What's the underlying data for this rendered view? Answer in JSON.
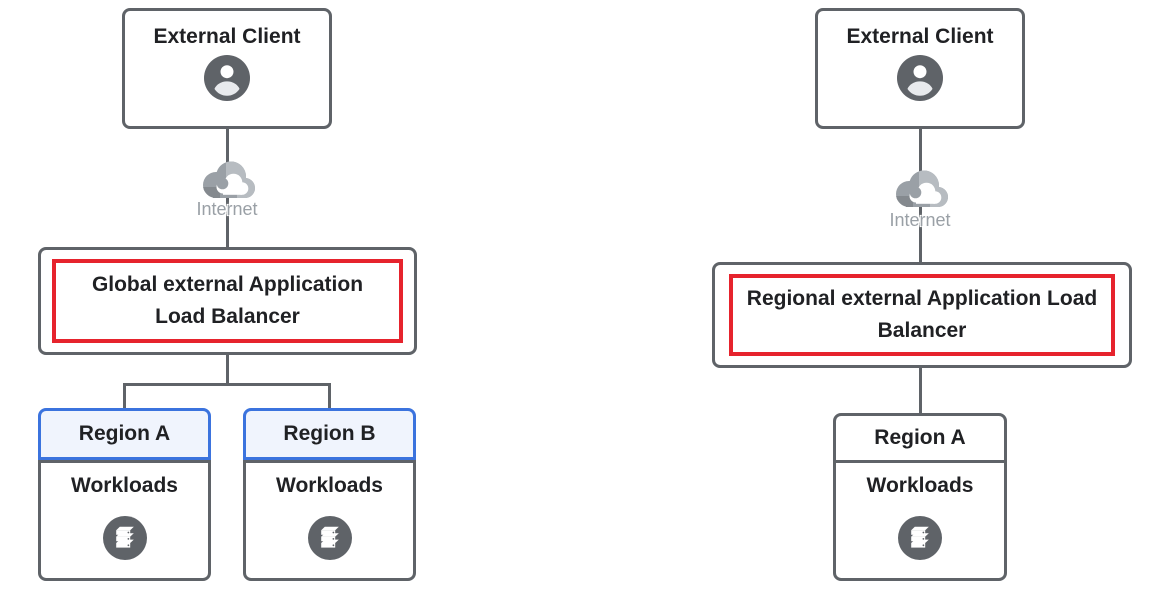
{
  "colors": {
    "background": "#ffffff",
    "border_gray": "#5f6368",
    "connector_gray": "#5f6368",
    "accent_blue": "#3b73de",
    "region_fill_blue": "#f0f4fd",
    "highlight_red": "#e6232d",
    "text_primary": "#202124",
    "text_muted": "#9aa0a6",
    "icon_fill": "#5f6368"
  },
  "left": {
    "client": {
      "label": "External Client",
      "icon": "person-icon"
    },
    "internet": {
      "label": "Internet",
      "icon": "google-cloud-internet-icon"
    },
    "load_balancer": {
      "label": "Global external Application Load Balancer",
      "highlighted": true
    },
    "regions": [
      {
        "label": "Region A",
        "header_accent": "blue",
        "workloads": {
          "label": "Workloads",
          "icon": "stacked-servers-icon"
        }
      },
      {
        "label": "Region B",
        "header_accent": "blue",
        "workloads": {
          "label": "Workloads",
          "icon": "stacked-servers-icon"
        }
      }
    ]
  },
  "right": {
    "client": {
      "label": "External Client",
      "icon": "person-icon"
    },
    "internet": {
      "label": "Internet",
      "icon": "google-cloud-internet-icon"
    },
    "load_balancer": {
      "label": "Regional external Application Load Balancer",
      "highlighted": true
    },
    "regions": [
      {
        "label": "Region A",
        "header_accent": "gray",
        "workloads": {
          "label": "Workloads",
          "icon": "stacked-servers-icon"
        }
      }
    ]
  }
}
